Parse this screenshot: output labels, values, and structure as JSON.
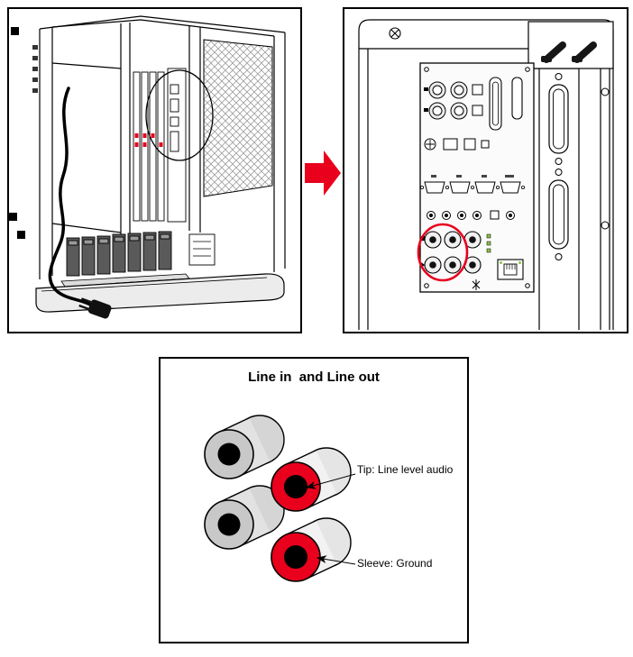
{
  "figure": {
    "left_panel_name": "rack-cabinet-rear-view-illustration",
    "right_panel_name": "rear-io-panel-closeup-illustration",
    "arrow_icon": "right-block-arrow"
  },
  "diagram": {
    "title": "Line in  and Line out",
    "tip_annotation": "Tip: Line level audio",
    "sleeve_annotation": "Sleeve: Ground"
  },
  "colors": {
    "highlight_red": "#e8001d",
    "connector_red": "#e8001d",
    "connector_gray": "#c8c8c8",
    "led_green": "#8bc34a",
    "outline_black": "#000000"
  }
}
